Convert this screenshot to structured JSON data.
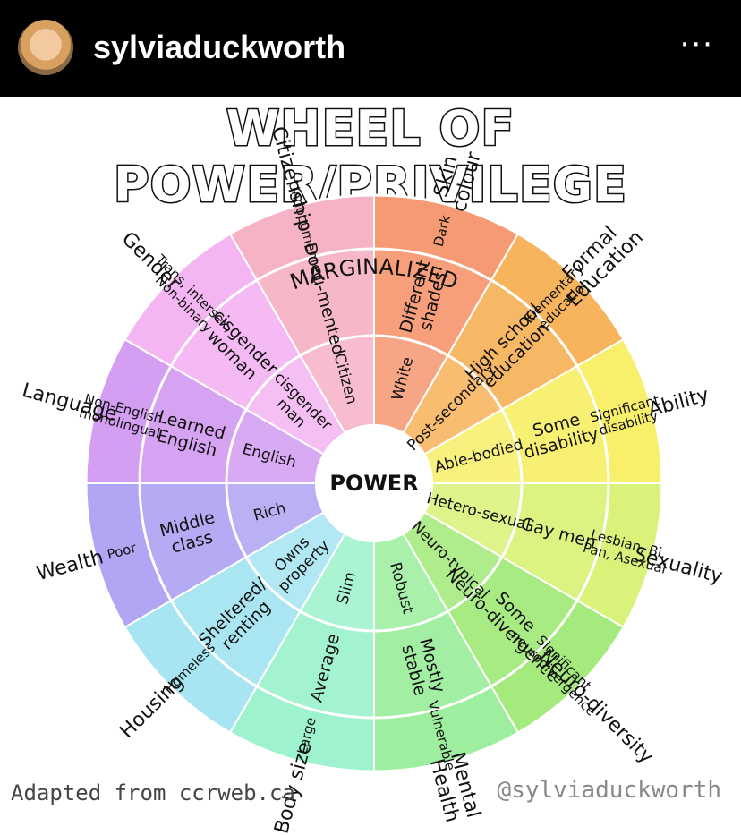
{
  "header": {
    "username": "sylviaduckworth",
    "more": "···"
  },
  "title": "WHEEL OF POWER/PRIVILEGE",
  "labels": {
    "marginalized": "MARGINALIZED",
    "power": "POWER"
  },
  "footer": {
    "left": "Adapted from ccrweb.ca",
    "right": "@sylviaduckworth"
  },
  "colors": {
    "ring_outline": "#ffffff",
    "spoke": "#ffffff"
  },
  "sectors": [
    {
      "cat": "Skin colour",
      "outer": "Dark",
      "middle": "Different shades",
      "inner": "White",
      "color": "#f59a73"
    },
    {
      "cat": "Formal Education",
      "outer": "Elementary education",
      "middle": "High school education",
      "inner": "Post-secondary",
      "color": "#f7b45d"
    },
    {
      "cat": "Ability",
      "outer": "Significant disability",
      "middle": "Some disability",
      "inner": "Able-bodied",
      "color": "#f8ef6b"
    },
    {
      "cat": "Sexuality",
      "outer": "Lesbian, Bi, Pan, Asexual",
      "middle": "Gay men",
      "inner": "Hetero-sexual",
      "color": "#d9f27a"
    },
    {
      "cat": "Neuro-diversity",
      "outer": "Significant neurodivergence",
      "middle": "Some Neuro-divergence",
      "inner": "Neuro-typical",
      "color": "#a4ea7c"
    },
    {
      "cat": "Mental Health",
      "outer": "Vulnerable",
      "middle": "Mostly stable",
      "inner": "Robust",
      "color": "#9dee9f"
    },
    {
      "cat": "Body size",
      "outer": "Large",
      "middle": "Average",
      "inner": "Slim",
      "color": "#9ef2ce"
    },
    {
      "cat": "Housing",
      "outer": "Homeless",
      "middle": "Sheltered/ renting",
      "inner": "Owns property",
      "color": "#a6e5f1"
    },
    {
      "cat": "Wealth",
      "outer": "Poor",
      "middle": "Middle class",
      "inner": "Rich",
      "color": "#b1a6f3"
    },
    {
      "cat": "Language",
      "outer": "Non-English monolingual",
      "middle": "Learned English",
      "inner": "English",
      "color": "#d49ef2"
    },
    {
      "cat": "Gender",
      "outer": "Trans, intersex, Non-binary",
      "middle": "cisgender woman",
      "inner": "cisgender man",
      "color": "#f4b6f2"
    },
    {
      "cat": "Citizenship",
      "outer": "Undocumented",
      "middle": "Docu-mented",
      "inner": "Citizen",
      "color": "#f6b3c6"
    }
  ]
}
